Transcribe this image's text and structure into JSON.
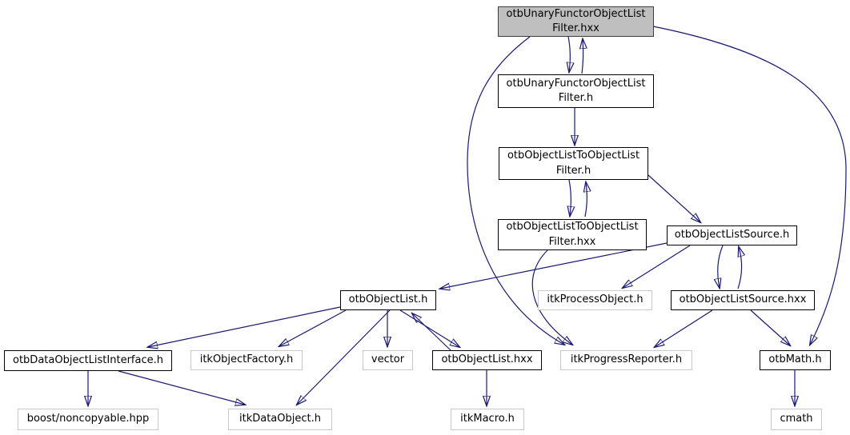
{
  "diagram": {
    "kind": "include-dependency-graph",
    "root_file": "otbUnaryFunctorObjectListFilter.hxx",
    "colors": {
      "edge": "#191970",
      "current_node_fill": "#bfbfbf",
      "internal_node_border": "#000000",
      "external_node_border": "#c8c8c8",
      "background": "#ffffff",
      "text": "#000000"
    }
  },
  "nodes": [
    {
      "id": "otbUnaryFunctorObjectListFilter.hxx",
      "label": "otbUnaryFunctorObjectList\nFilter.hxx",
      "kind": "current"
    },
    {
      "id": "otbUnaryFunctorObjectListFilter.h",
      "label": "otbUnaryFunctorObjectList\nFilter.h",
      "kind": "internal"
    },
    {
      "id": "otbObjectListToObjectListFilter.h",
      "label": "otbObjectListToObjectList\nFilter.h",
      "kind": "internal"
    },
    {
      "id": "otbObjectListToObjectListFilter.hxx",
      "label": "otbObjectListToObjectList\nFilter.hxx",
      "kind": "internal"
    },
    {
      "id": "otbObjectListSource.h",
      "label": "otbObjectListSource.h",
      "kind": "internal"
    },
    {
      "id": "otbObjectList.h",
      "label": "otbObjectList.h",
      "kind": "internal"
    },
    {
      "id": "itkProcessObject.h",
      "label": "itkProcessObject.h",
      "kind": "external"
    },
    {
      "id": "otbObjectListSource.hxx",
      "label": "otbObjectListSource.hxx",
      "kind": "internal"
    },
    {
      "id": "otbDataObjectListInterface.h",
      "label": "otbDataObjectListInterface.h",
      "kind": "internal"
    },
    {
      "id": "itkObjectFactory.h",
      "label": "itkObjectFactory.h",
      "kind": "external"
    },
    {
      "id": "vector",
      "label": "vector",
      "kind": "external"
    },
    {
      "id": "otbObjectList.hxx",
      "label": "otbObjectList.hxx",
      "kind": "internal"
    },
    {
      "id": "itkProgressReporter.h",
      "label": "itkProgressReporter.h",
      "kind": "external"
    },
    {
      "id": "otbMath.h",
      "label": "otbMath.h",
      "kind": "internal"
    },
    {
      "id": "boost/noncopyable.hpp",
      "label": "boost/noncopyable.hpp",
      "kind": "external"
    },
    {
      "id": "itkDataObject.h",
      "label": "itkDataObject.h",
      "kind": "external"
    },
    {
      "id": "itkMacro.h",
      "label": "itkMacro.h",
      "kind": "external"
    },
    {
      "id": "cmath",
      "label": "cmath",
      "kind": "external"
    }
  ],
  "edges": [
    {
      "from": "otbUnaryFunctorObjectListFilter.hxx",
      "to": "otbUnaryFunctorObjectListFilter.h"
    },
    {
      "from": "otbUnaryFunctorObjectListFilter.h",
      "to": "otbUnaryFunctorObjectListFilter.hxx"
    },
    {
      "from": "otbUnaryFunctorObjectListFilter.h",
      "to": "otbObjectListToObjectListFilter.h"
    },
    {
      "from": "otbObjectListToObjectListFilter.h",
      "to": "otbObjectListToObjectListFilter.hxx"
    },
    {
      "from": "otbObjectListToObjectListFilter.hxx",
      "to": "otbObjectListToObjectListFilter.h"
    },
    {
      "from": "otbObjectListToObjectListFilter.h",
      "to": "otbObjectListSource.h"
    },
    {
      "from": "otbObjectListSource.h",
      "to": "otbObjectList.h"
    },
    {
      "from": "otbObjectListSource.h",
      "to": "itkProcessObject.h"
    },
    {
      "from": "otbObjectListSource.h",
      "to": "otbObjectListSource.hxx"
    },
    {
      "from": "otbObjectListSource.hxx",
      "to": "otbObjectListSource.h"
    },
    {
      "from": "otbObjectListSource.hxx",
      "to": "itkProgressReporter.h"
    },
    {
      "from": "otbObjectListSource.hxx",
      "to": "otbMath.h"
    },
    {
      "from": "otbUnaryFunctorObjectListFilter.hxx",
      "to": "itkProgressReporter.h"
    },
    {
      "from": "otbUnaryFunctorObjectListFilter.hxx",
      "to": "otbMath.h"
    },
    {
      "from": "otbObjectListToObjectListFilter.hxx",
      "to": "itkProgressReporter.h"
    },
    {
      "from": "otbObjectList.h",
      "to": "otbDataObjectListInterface.h"
    },
    {
      "from": "otbObjectList.h",
      "to": "itkObjectFactory.h"
    },
    {
      "from": "otbObjectList.h",
      "to": "vector"
    },
    {
      "from": "otbObjectList.h",
      "to": "otbObjectList.hxx"
    },
    {
      "from": "otbObjectList.hxx",
      "to": "otbObjectList.h"
    },
    {
      "from": "otbObjectList.h",
      "to": "itkDataObject.h"
    },
    {
      "from": "otbDataObjectListInterface.h",
      "to": "boost/noncopyable.hpp"
    },
    {
      "from": "otbDataObjectListInterface.h",
      "to": "itkDataObject.h"
    },
    {
      "from": "otbObjectList.hxx",
      "to": "itkMacro.h"
    },
    {
      "from": "otbMath.h",
      "to": "cmath"
    }
  ]
}
